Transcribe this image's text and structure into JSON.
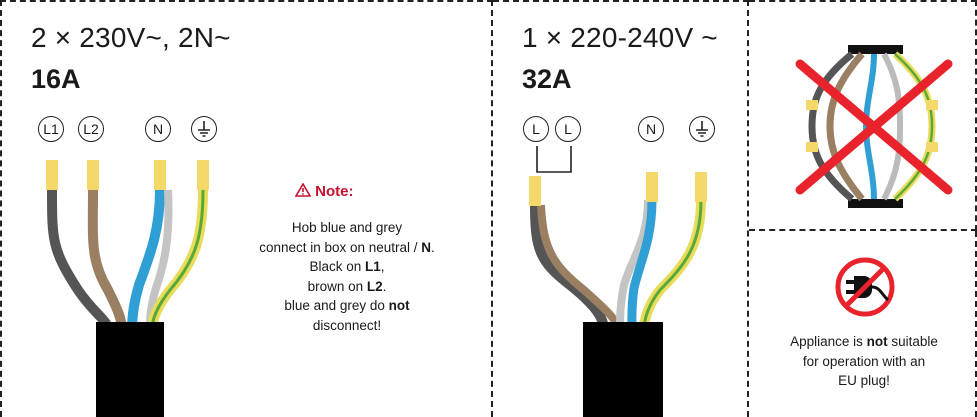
{
  "panel_230v": {
    "voltage": "2 × 230V~, 2N~",
    "amperage": "16A",
    "terminals": [
      "L1",
      "L2",
      "N",
      "⏚"
    ]
  },
  "panel_220v": {
    "voltage": "1 × 220-240V ~",
    "amperage": "32A",
    "terminals": [
      "L",
      "L",
      "N",
      "⏚"
    ]
  },
  "note": {
    "title": "Note:",
    "line1": "Hob blue and grey",
    "line2a": "connect  in box on neutral / ",
    "line2b": "N",
    "line2c": ".",
    "line3a": "Black on ",
    "line3b": "L1",
    "line3c": ",",
    "line4a": "brown on ",
    "line4b": "L2",
    "line4c": ".",
    "line5a": "blue and grey do ",
    "line5b": "not",
    "line6": "disconnect!"
  },
  "eu_plug": {
    "line1a": "Appliance is ",
    "line1b": "not",
    "line1c": " suitable",
    "line2": "for  operation with an",
    "line3": "EU plug!"
  },
  "colors": {
    "wire_black": "#555555",
    "wire_brown": "#9a7f63",
    "wire_blue": "#2f9fd6",
    "wire_grey": "#b9b9b9",
    "wire_earth_green": "#5aa83a",
    "wire_earth_yellow": "#e8dc5a",
    "ferrule": "#f4d86a",
    "cross": "#e8232b",
    "warning": "#c8102e"
  },
  "icons": [
    "warning-triangle-icon",
    "ground-symbol-icon",
    "no-plug-icon",
    "red-cross-icon"
  ]
}
